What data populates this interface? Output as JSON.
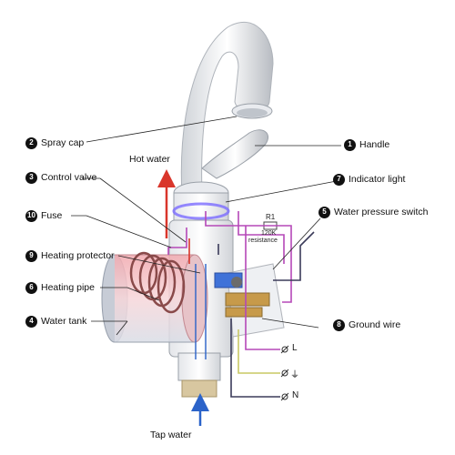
{
  "labels": {
    "handle": {
      "num": "1",
      "text": "Handle"
    },
    "spray_cap": {
      "num": "2",
      "text": "Spray cap"
    },
    "control_valve": {
      "num": "3",
      "text": "Control valve"
    },
    "water_tank": {
      "num": "4",
      "text": "Water tank"
    },
    "water_pressure_switch": {
      "num": "5",
      "text": "Water pressure switch"
    },
    "heating_pipe": {
      "num": "6",
      "text": "Heating pipe"
    },
    "indicator_light": {
      "num": "7",
      "text": "Indicator light"
    },
    "ground_wire": {
      "num": "8",
      "text": "Ground wire"
    },
    "heating_protector": {
      "num": "9",
      "text": "Heating protector"
    },
    "fuse": {
      "num": "10",
      "text": "Fuse"
    }
  },
  "flow": {
    "hot_water": "Hot water",
    "tap_water": "Tap water"
  },
  "resistor": {
    "name": "R1",
    "value": "120K",
    "desc": "resistance"
  },
  "terminals": {
    "live": "L",
    "ground": "⏚",
    "neutral": "N"
  },
  "colors": {
    "hot_arrow": "#d9362b",
    "cold_arrow": "#2b63c9",
    "wire_purple": "#b548b8",
    "wire_gray": "#3b3b5a",
    "wire_yellow": "#c8c864",
    "tank_red": "#e07a84"
  }
}
